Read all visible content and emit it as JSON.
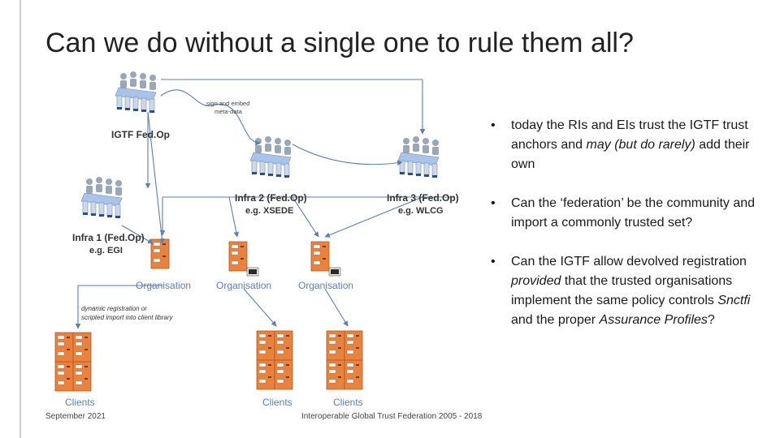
{
  "slide": {
    "title": "Can we do without a single one to rule them all?"
  },
  "diagram": {
    "igtf_label": "IGTF Fed.Op",
    "sign_note_1": "sign and embed",
    "sign_note_2": "meta-data",
    "infra1": {
      "name": "Infra 1 (Fed.Op)",
      "example": "e.g. EGI"
    },
    "infra2": {
      "name": "Infra 2 (Fed.Op)",
      "example": "e.g. XSEDE"
    },
    "infra3": {
      "name": "Infra 3 (Fed.Op)",
      "example": "e.g. WLCG"
    },
    "organisations": [
      "Organisation",
      "Organisation",
      "Organisation"
    ],
    "dynamic_note_1": "dynamic registration or",
    "dynamic_note_2": "scripted import into client library",
    "clients": [
      "Clients",
      "Clients",
      "Clients"
    ]
  },
  "bullets": {
    "b1_pre": "today the RIs and EIs trust the IGTF trust anchors and ",
    "b1_em": "may (but do rarely)",
    "b1_post": " add their own",
    "b2": "Can the ‘federation’ be the community and import a commonly trusted set?",
    "b3_pre": "Can the IGTF allow devolved registration ",
    "b3_em1": "provided",
    "b3_mid": " that the trusted organisations implement the same policy controls ",
    "b3_em2": "Snctfi",
    "b3_mid2": " and the proper ",
    "b3_em3": "Assurance Profiles",
    "b3_post": "?"
  },
  "footer": {
    "date": "September 2021",
    "center": "Interoperable Global Trust Federation 2005 - 2018"
  },
  "colors": {
    "arrow": "#5b7fb2",
    "server": "#e8823c",
    "desk": "#a9c4e8",
    "person": "#9aa7b6"
  }
}
